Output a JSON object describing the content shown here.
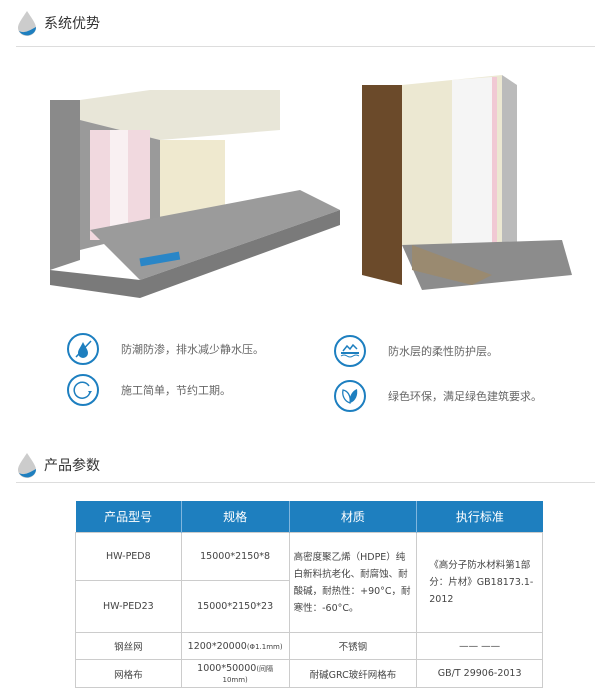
{
  "section1": {
    "title": "系统优势"
  },
  "features": [
    {
      "icon": "no-water-drop-icon",
      "text": "防潮防渗，排水减少静水压。"
    },
    {
      "icon": "water-layer-icon",
      "text": "防水层的柔性防护层。"
    },
    {
      "icon": "cycle-icon",
      "text": "施工简单，节约工期。"
    },
    {
      "icon": "leaf-icon",
      "text": "绿色环保，满足绿色建筑要求。"
    }
  ],
  "section2": {
    "title": "产品参数"
  },
  "table": {
    "headers": [
      "产品型号",
      "规格",
      "材质",
      "执行标准"
    ],
    "rows": [
      {
        "model": "HW-PED8",
        "spec": "15000*2150*8"
      },
      {
        "model": "HW-PED23",
        "spec": "15000*2150*23"
      }
    ],
    "material": "高密度聚乙烯（HDPE）纯白新料抗老化、耐腐蚀、耐酸碱，耐热性：+90°C，耐寒性：-60°C。",
    "standard": "《高分子防水材料第1部分：片材》GB18173.1-2012",
    "row3": {
      "model": "钢丝网",
      "spec": "1200*20000",
      "spec_note": "(Φ1.1mm)",
      "material": "不锈钢",
      "standard": "—— ——"
    },
    "row4": {
      "model": "网格布",
      "spec": "1000*50000",
      "spec_note": "(间隔10mm)",
      "material": "耐碱GRC玻纤网格布",
      "standard": "GB/T 29906-2013"
    }
  }
}
